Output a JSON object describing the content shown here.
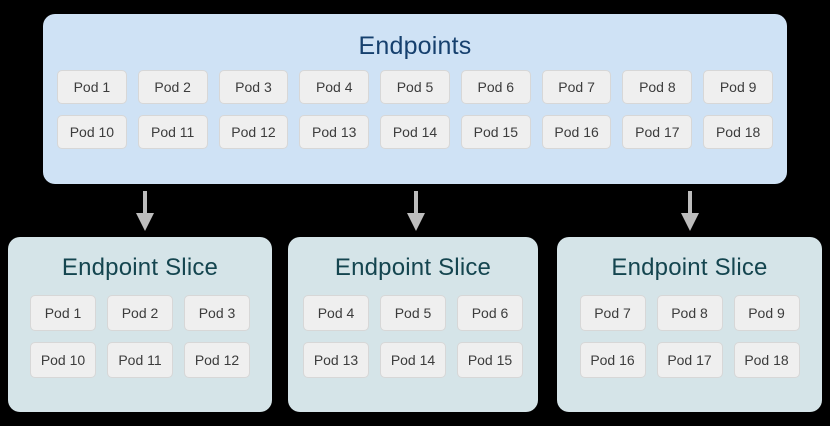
{
  "diagram": {
    "background_color": "#000000",
    "endpoints": {
      "title": "Endpoints",
      "box_color": "#cfe2f5",
      "title_color": "#16406e",
      "rows": [
        [
          "Pod 1",
          "Pod 2",
          "Pod 3",
          "Pod 4",
          "Pod 5",
          "Pod 6",
          "Pod 7",
          "Pod 8",
          "Pod 9"
        ],
        [
          "Pod 10",
          "Pod 11",
          "Pod 12",
          "Pod 13",
          "Pod 14",
          "Pod 15",
          "Pod 16",
          "Pod 17",
          "Pod 18"
        ]
      ]
    },
    "arrows": {
      "color": "#bdbdbd",
      "count": 3,
      "direction": "down"
    },
    "slices": [
      {
        "title": "Endpoint Slice",
        "box_color": "#d5e4e8",
        "title_color": "#14454f",
        "rows": [
          [
            "Pod 1",
            "Pod 2",
            "Pod 3"
          ],
          [
            "Pod 10",
            "Pod 11",
            "Pod 12"
          ]
        ]
      },
      {
        "title": "Endpoint Slice",
        "box_color": "#d5e4e8",
        "title_color": "#14454f",
        "rows": [
          [
            "Pod 4",
            "Pod 5",
            "Pod 6"
          ],
          [
            "Pod 13",
            "Pod 14",
            "Pod 15"
          ]
        ]
      },
      {
        "title": "Endpoint Slice",
        "box_color": "#d5e4e8",
        "title_color": "#14454f",
        "rows": [
          [
            "Pod 7",
            "Pod 8",
            "Pod 9"
          ],
          [
            "Pod 16",
            "Pod 17",
            "Pod 18"
          ]
        ]
      }
    ],
    "chip_style": {
      "background": "#efefef",
      "border_color": "#d7d7d7",
      "text_color": "#3c3c3c"
    }
  }
}
